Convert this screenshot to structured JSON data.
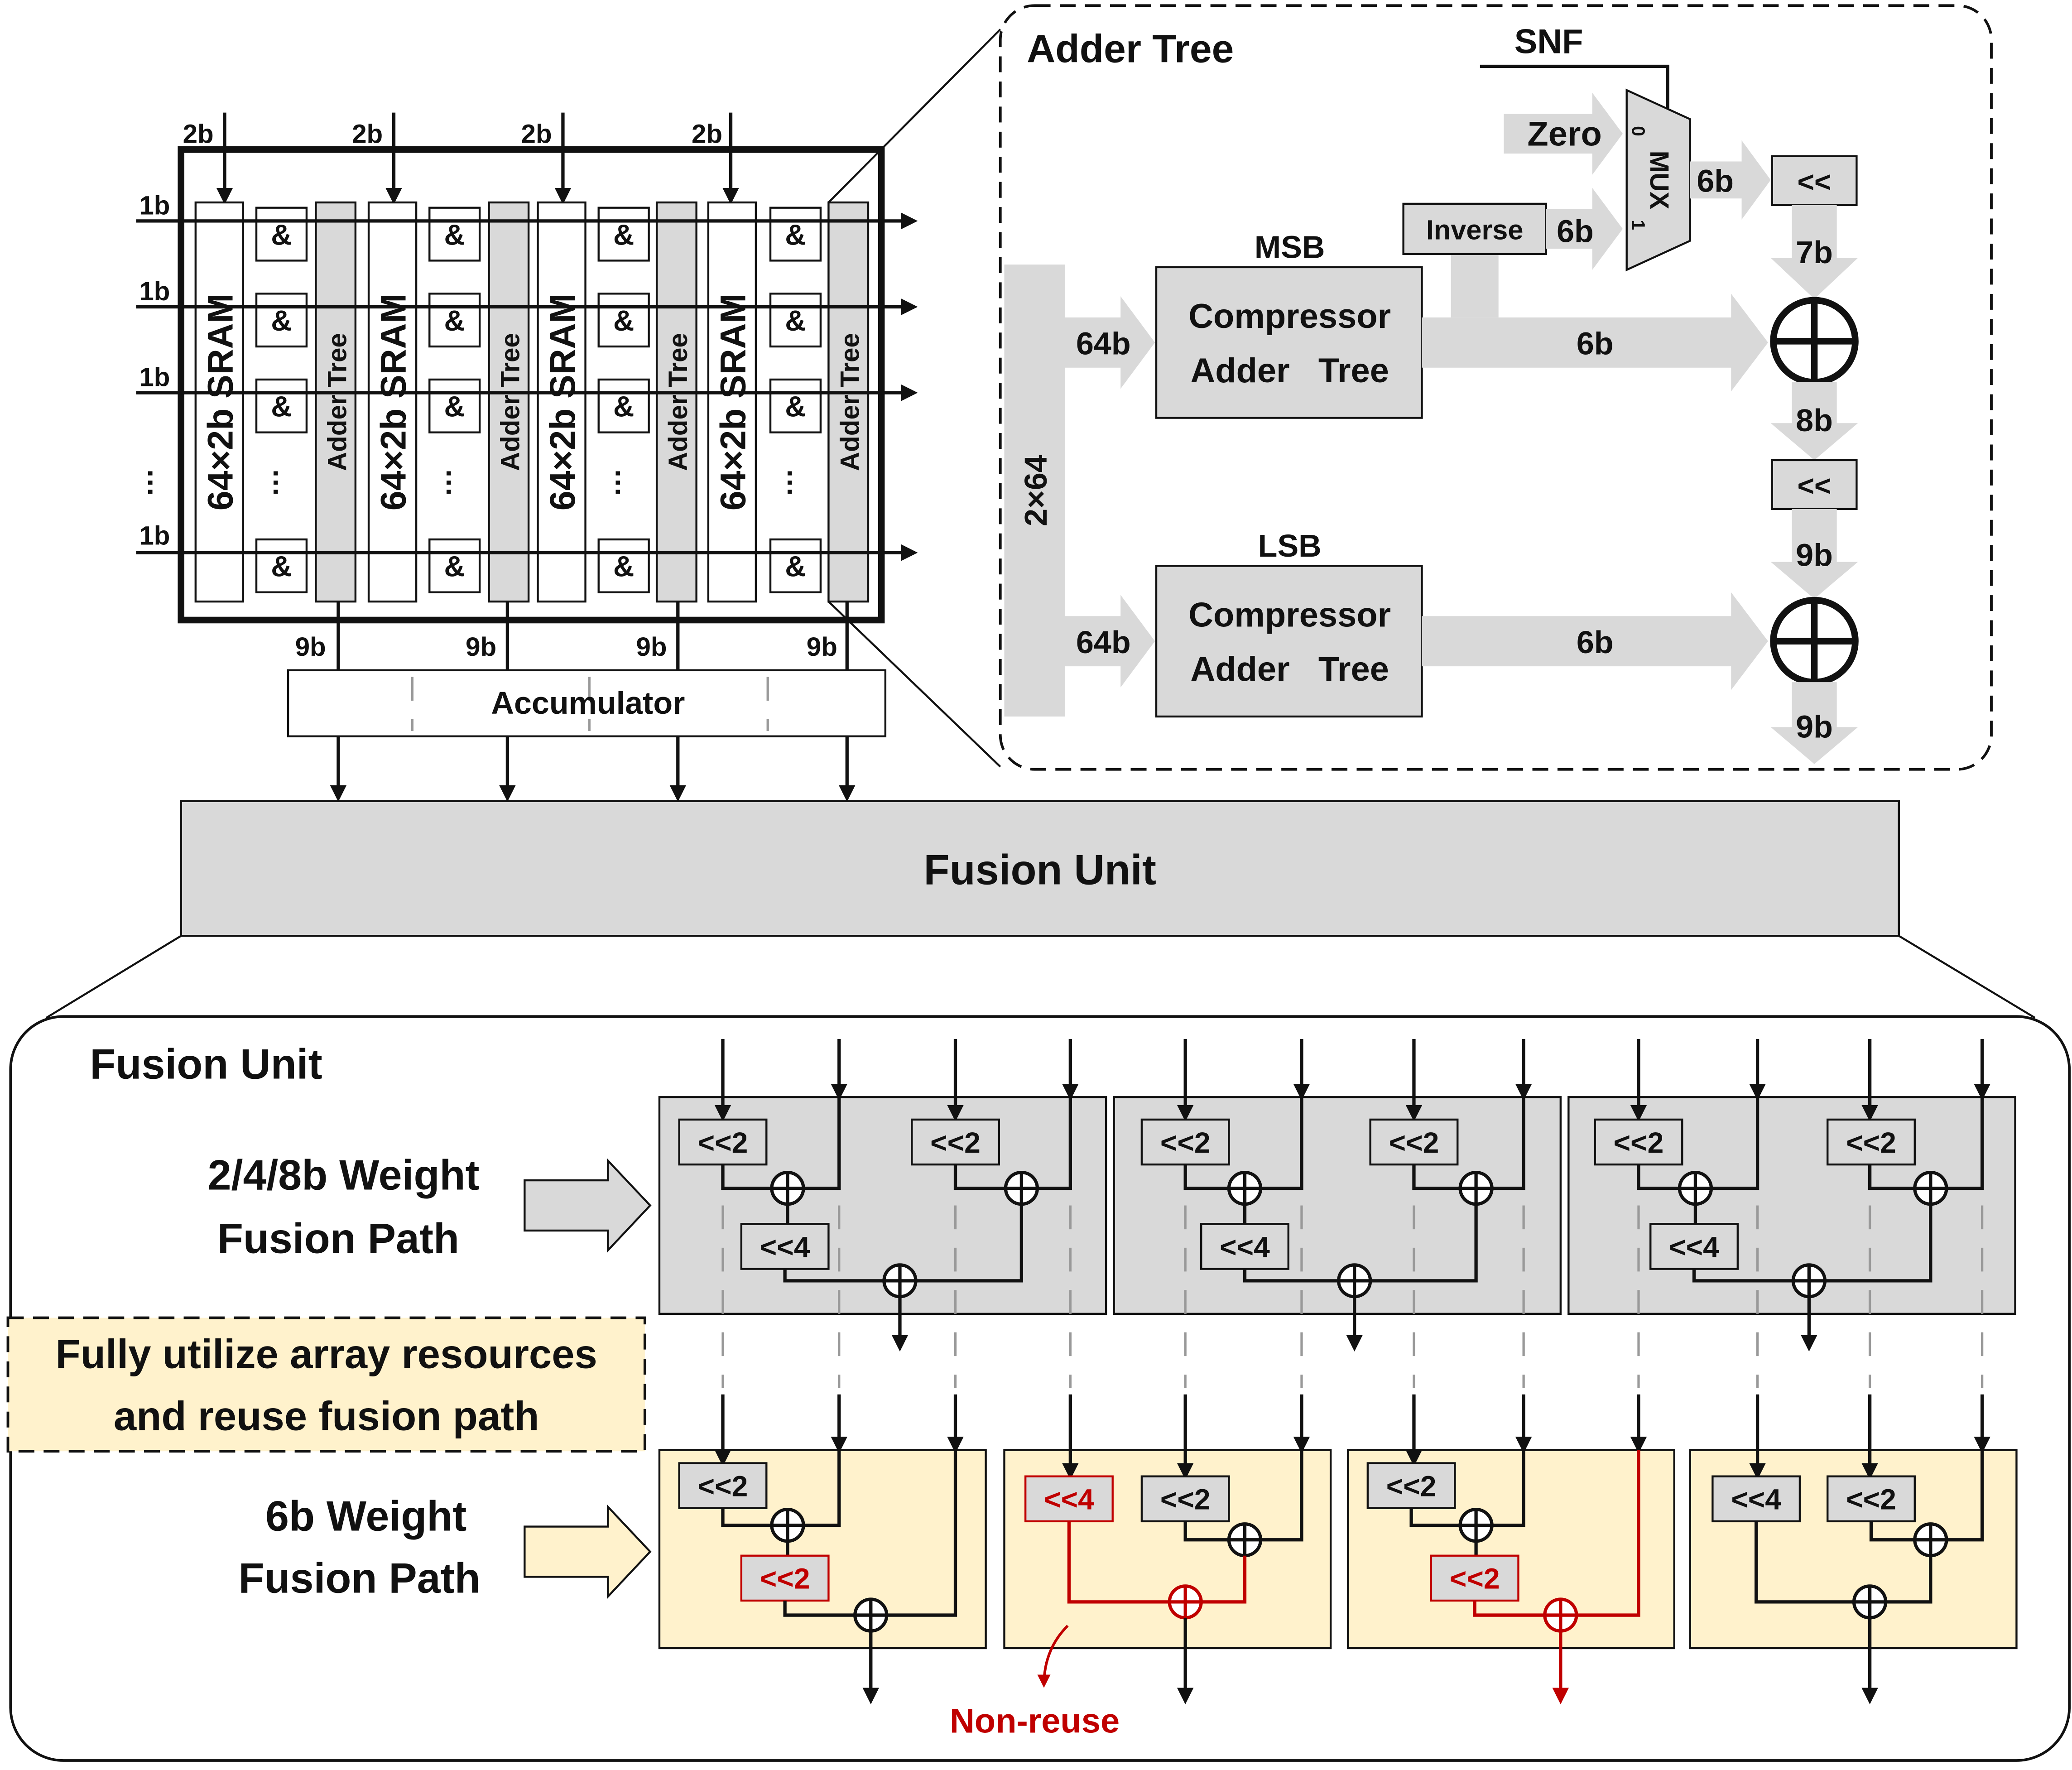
{
  "array": {
    "input_width_top": "2b",
    "input_width_left": "1b",
    "sram_label": "64×2b SRAM",
    "and_label": "&",
    "adder_label": "Adder Tree",
    "out_width": "9b",
    "accumulator_label": "Accumulator",
    "dots": "…"
  },
  "adder_tree": {
    "title": "Adder Tree",
    "snf": "SNF",
    "zero": "Zero",
    "mux": "MUX",
    "mux_in0": "0",
    "mux_in1": "1",
    "inverse": "Inverse",
    "shift": "<<",
    "msb": "MSB",
    "lsb": "LSB",
    "compressor": "Compressor",
    "adder_tree": "Adder   Tree",
    "w_6b": "6b",
    "w_7b": "7b",
    "w_8b": "8b",
    "w_9b": "9b",
    "w_64b": "64b",
    "w_2x64": "2×64"
  },
  "fusion_unit_bar": "Fusion Unit",
  "fusion": {
    "title": "Fusion Unit",
    "path1_line1": "2/4/8b Weight",
    "path1_line2": "Fusion Path",
    "note_line1": "Fully utilize array resources",
    "note_line2": "and reuse fusion path",
    "path2_line1": "6b Weight",
    "path2_line2": "Fusion Path",
    "shl2": "<<2",
    "shl4": "<<4",
    "non_reuse": "Non-reuse"
  },
  "colors": {
    "gray_fill": "#d9d9d9",
    "yellow_fill": "#fff2cc",
    "red": "#c00000",
    "line": "#111111"
  }
}
